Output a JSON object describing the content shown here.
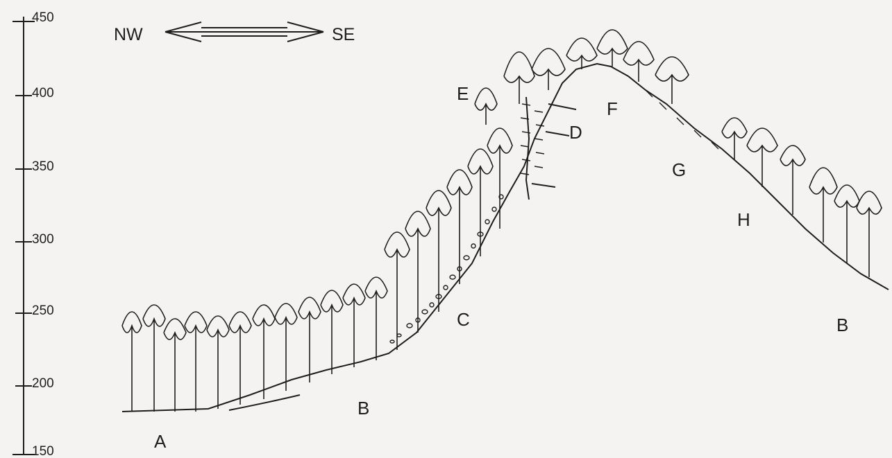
{
  "direction": {
    "left": "NW",
    "right": "SE"
  },
  "elevation_scale": {
    "ticks": [
      "450",
      "400",
      "350",
      "300",
      "250",
      "200",
      "150"
    ]
  },
  "zones": [
    "A",
    "B",
    "C",
    "D",
    "E",
    "F",
    "G",
    "H",
    "B"
  ],
  "colors": {
    "ink": "#1d1d1d",
    "paper": "#f4f3f1"
  }
}
